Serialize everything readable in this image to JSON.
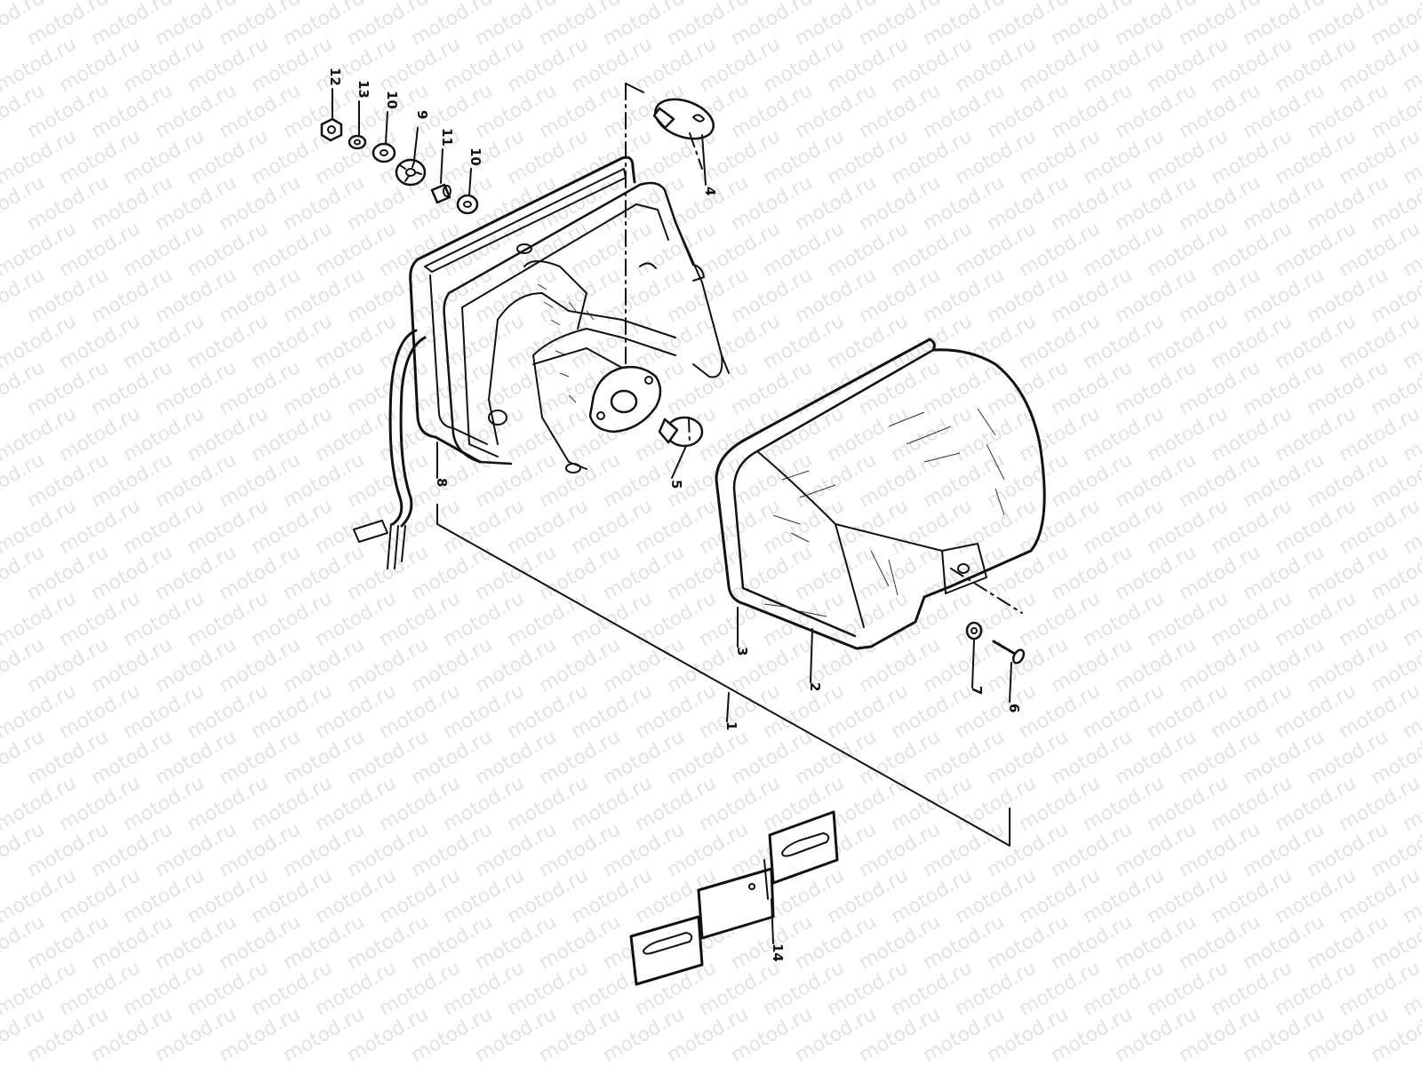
{
  "watermark": {
    "text": "motod.ru",
    "color": "#e2e2e2"
  },
  "diagram": {
    "ink_color": "#111111",
    "callouts": {
      "c1": "1",
      "c2": "2",
      "c3": "3",
      "c4": "4",
      "c5": "5",
      "c6": "6",
      "c7": "7",
      "c8": "8",
      "c9": "9",
      "c10a": "10",
      "c10b": "10",
      "c11": "11",
      "c12": "12",
      "c13": "13",
      "c14": "14"
    }
  }
}
